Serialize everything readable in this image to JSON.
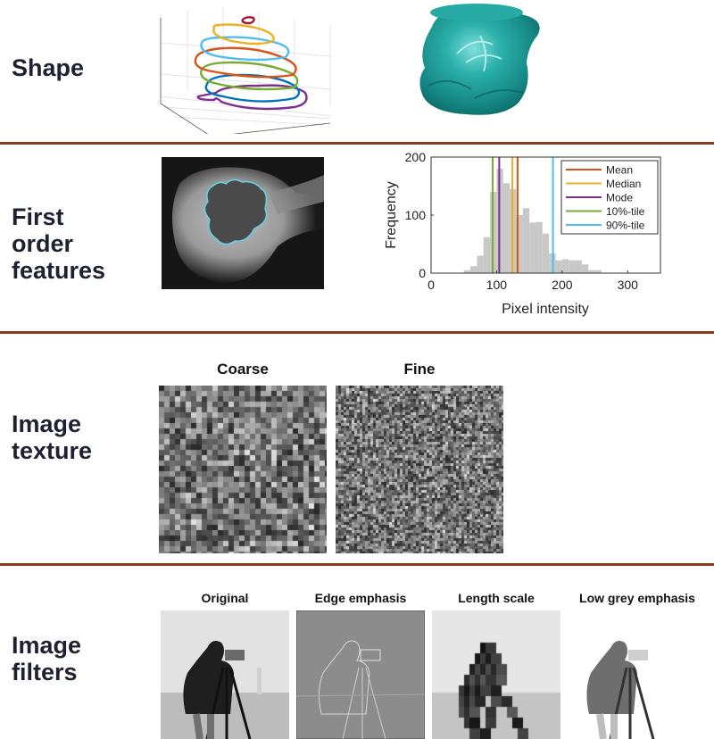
{
  "sections": [
    {
      "id": "shape",
      "label": "Shape"
    },
    {
      "id": "first-order",
      "label": "First order features"
    },
    {
      "id": "texture",
      "label": "Image texture"
    },
    {
      "id": "filters",
      "label": "Image filters"
    }
  ],
  "labels": {
    "shape": "Shape",
    "first_order_1": "First",
    "first_order_2": "order",
    "first_order_3": "features",
    "texture_1": "Image",
    "texture_2": "texture",
    "filters_1": "Image",
    "filters_2": "filters"
  },
  "texture": {
    "coarse_title": "Coarse",
    "fine_title": "Fine"
  },
  "filters": {
    "original_title": "Original",
    "edge_title": "Edge emphasis",
    "length_title": "Length scale",
    "lowgrey_title": "Low grey emphasis"
  },
  "colors": {
    "divider": "#8b3a1e",
    "label_text": "#1e2230",
    "mesh_teal": "#1f9e9a",
    "mean": "#d95319",
    "median": "#edb120",
    "mode": "#7e2f8e",
    "p10": "#77ac30",
    "p90": "#4dbeee",
    "hist_bar": "#c8c8c8"
  },
  "chart_data": {
    "type": "bar",
    "title": "",
    "xlabel": "Pixel intensity",
    "ylabel": "Frequency",
    "xlim": [
      0,
      350
    ],
    "ylim": [
      0,
      200
    ],
    "xticks": [
      0,
      100,
      200,
      300
    ],
    "yticks": [
      0,
      100,
      200
    ],
    "bin_width": 10,
    "bin_starts": [
      50,
      60,
      70,
      80,
      90,
      100,
      110,
      120,
      130,
      140,
      150,
      160,
      170,
      180,
      190,
      200,
      210,
      220,
      230,
      240,
      250
    ],
    "values": [
      5,
      12,
      30,
      62,
      140,
      180,
      155,
      145,
      100,
      112,
      87,
      88,
      68,
      34,
      22,
      24,
      22,
      22,
      15,
      5,
      5
    ],
    "vertical_lines": [
      {
        "name": "Mean",
        "x": 132,
        "color": "#d95319"
      },
      {
        "name": "Median",
        "x": 124,
        "color": "#edb120"
      },
      {
        "name": "Mode",
        "x": 104,
        "color": "#7e2f8e"
      },
      {
        "name": "10%-tile",
        "x": 94,
        "color": "#77ac30"
      },
      {
        "name": "90%-tile",
        "x": 186,
        "color": "#4dbeee"
      }
    ],
    "legend": [
      "Mean",
      "Median",
      "Mode",
      "10%-tile",
      "90%-tile"
    ],
    "legend_position": "upper right",
    "grid": false
  }
}
